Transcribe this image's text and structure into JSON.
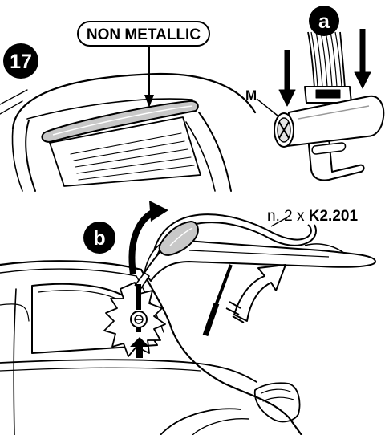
{
  "step": {
    "number": "17"
  },
  "callouts": {
    "non_metallic": "NON METALLIC",
    "a": "a",
    "b": "b",
    "m": "M"
  },
  "quantity": {
    "prefix": "n. 2 x ",
    "code": "K2.201"
  },
  "colors": {
    "ink": "#000000",
    "paper": "#ffffff",
    "shade": "#c8c8c8",
    "light_shade": "#e4e4e4"
  }
}
